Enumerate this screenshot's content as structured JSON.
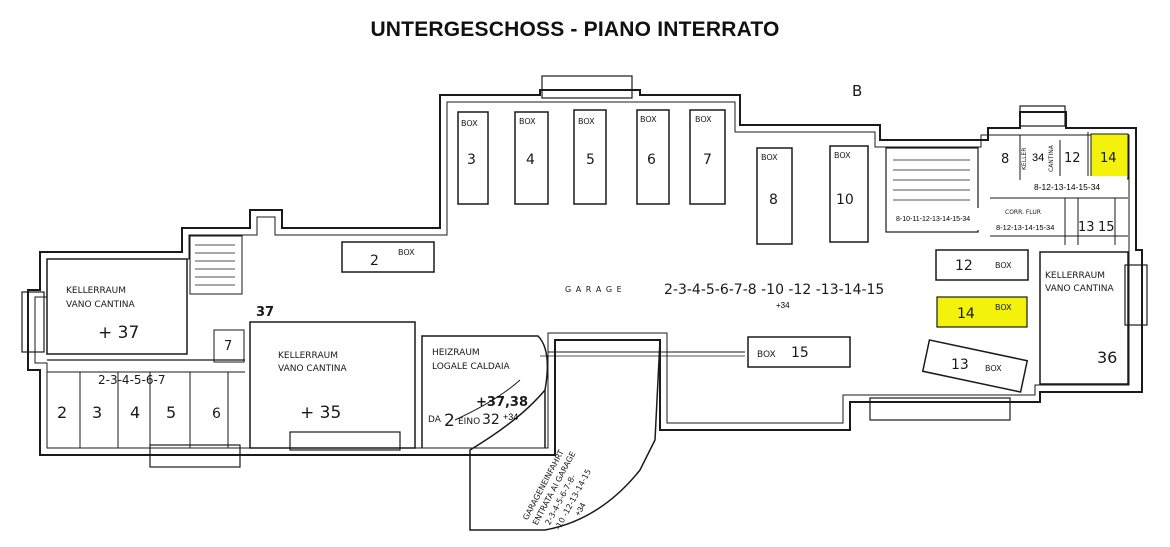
{
  "title": "UNTERGESCHOSS - PIANO INTERRATO",
  "labels": {
    "b": "B",
    "box": "BOX",
    "box3": "3",
    "box4": "4",
    "box5": "5",
    "box6": "6",
    "box7": "7",
    "box8": "8",
    "box10": "10",
    "box2": "2",
    "box12": "12",
    "box14": "14",
    "box15": "15",
    "box13": "13",
    "garage_word": "G A R A G E",
    "garage_list": "2-3-4-5-6-7-8 -10 -12 -13-14-15",
    "plus34": "+34",
    "kellerraum": "KELLERRAUM",
    "vano_cantina": "VANO CANTINA",
    "left_room_no": "+ 37",
    "mid_room_no": "+ 35",
    "right_room_no": "36",
    "stair_37": "37",
    "korridor_list": "2-3-4-5-6-7",
    "cellar_2": "2",
    "cellar_3": "3",
    "cellar_4": "4",
    "cellar_5": "5",
    "cellar_6": "6",
    "cellar_7": "7",
    "heizraum": "HEIZRAUM",
    "locale_caldaia": "LOGALE CALDAIA",
    "heiz_nos": "+37,38",
    "da": "DA",
    "heiz_2": "2",
    "eino": "EINO",
    "heiz_32": "32",
    "heiz_plus34": "+34",
    "ramp_1": "GARAGENEINFAHRT",
    "ramp_2": "ENTRATA AI GARAGE",
    "ramp_3": "2-3-4-5-6-7-8-",
    "ramp_4": "-10 -12-13-14-15",
    "ramp_5": "+34",
    "keller": "KELLER",
    "cantina": "CANTINA",
    "tr_8": "8",
    "tr_34": "34",
    "tr_12": "12",
    "tr_14": "14",
    "tr_list": "8-12-13-14-15-34",
    "stair_list": "8-10-11-12-13-14-15-34",
    "corr_list": "8-12-13-14-15-34",
    "corr_label": "CORR. FLUR",
    "tr_13": "13",
    "tr_15": "15"
  },
  "colors": {
    "highlight": "#f2f20c",
    "ink": "#1a1a1a",
    "paper": "#ffffff"
  }
}
